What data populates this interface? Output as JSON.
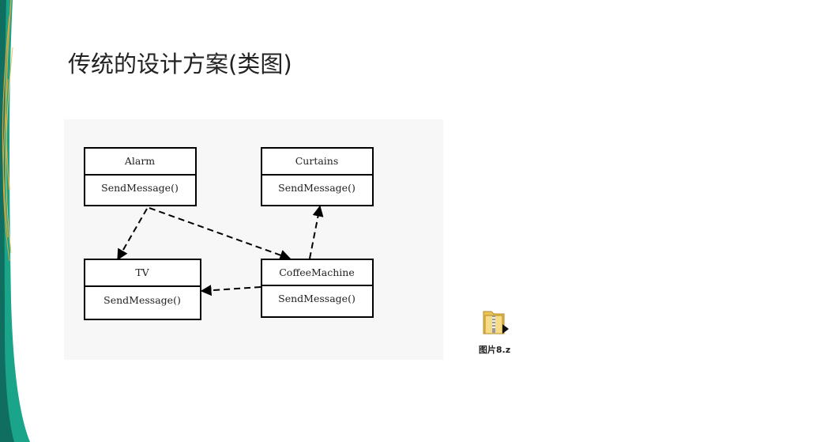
{
  "slide": {
    "top_clipped_text": "",
    "title": "传统的设计方案(类图)"
  },
  "diagram": {
    "classes": [
      {
        "id": "alarm",
        "name": "Alarm",
        "method": "SendMessage()"
      },
      {
        "id": "curtains",
        "name": "Curtains",
        "method": "SendMessage()"
      },
      {
        "id": "tv",
        "name": "TV",
        "method": "SendMessage()"
      },
      {
        "id": "coffee",
        "name": "CoffeeMachine",
        "method": "SendMessage()"
      }
    ],
    "dependencies": [
      {
        "from": "alarm",
        "to": "tv"
      },
      {
        "from": "alarm",
        "to": "coffee"
      },
      {
        "from": "coffee",
        "to": "curtains"
      },
      {
        "from": "coffee",
        "to": "tv"
      }
    ]
  },
  "file": {
    "icon": "zip-folder-icon",
    "name": "图片8.z"
  },
  "colors": {
    "deco_teal": "#1aa58a",
    "deco_dark": "#0f6e5f",
    "deco_gold": "#e0a63a",
    "panel_bg": "#f7f7f7"
  }
}
